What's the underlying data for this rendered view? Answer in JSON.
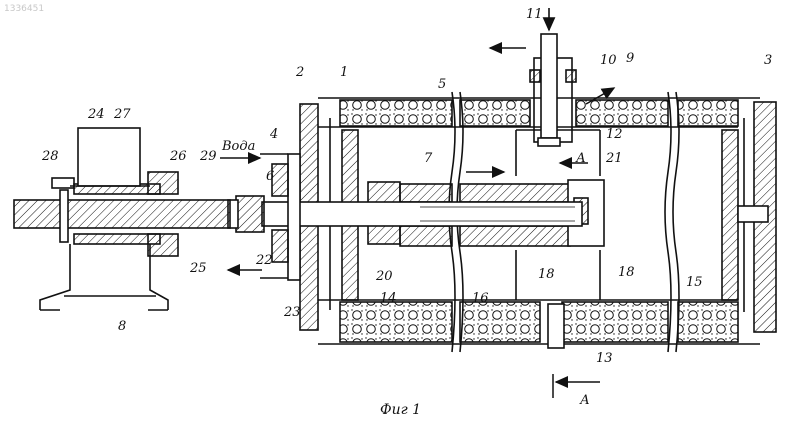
{
  "watermark": "1336451",
  "figure_caption": "Фиг 1",
  "flow_label": "Вода",
  "section_label": "А",
  "part_labels": [
    "1",
    "2",
    "3",
    "4",
    "5",
    "6",
    "7",
    "8",
    "9",
    "10",
    "11",
    "12",
    "13",
    "14",
    "15",
    "16",
    "18",
    "18",
    "20",
    "21",
    "22",
    "23",
    "24",
    "25",
    "26",
    "27",
    "28",
    "29"
  ]
}
